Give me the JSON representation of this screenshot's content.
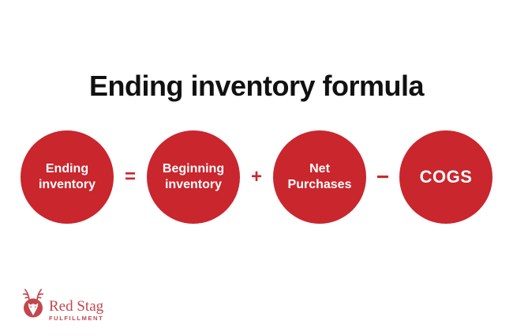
{
  "title": "Ending inventory formula",
  "formula": {
    "equals": "=",
    "plus": "+",
    "minus": "−",
    "circles": [
      {
        "name": "ending-inventory",
        "line1": "Ending",
        "line2": "inventory"
      },
      {
        "name": "beginning-inventory",
        "line1": "Beginning",
        "line2": "inventory"
      },
      {
        "name": "net-purchases",
        "line1": "Net",
        "line2": "Purchases"
      },
      {
        "name": "cogs",
        "line1": "COGS"
      }
    ]
  },
  "logo": {
    "wordmark": "Red Stag",
    "subtitle": "FULFILLMENT"
  },
  "colors": {
    "circle_red": "#C9262D",
    "operator_red": "#C9262D",
    "logo_red": "#C4464D",
    "title_black": "#111111",
    "circle_text_white": "#FFFFFF",
    "background": "#FFFFFF"
  }
}
